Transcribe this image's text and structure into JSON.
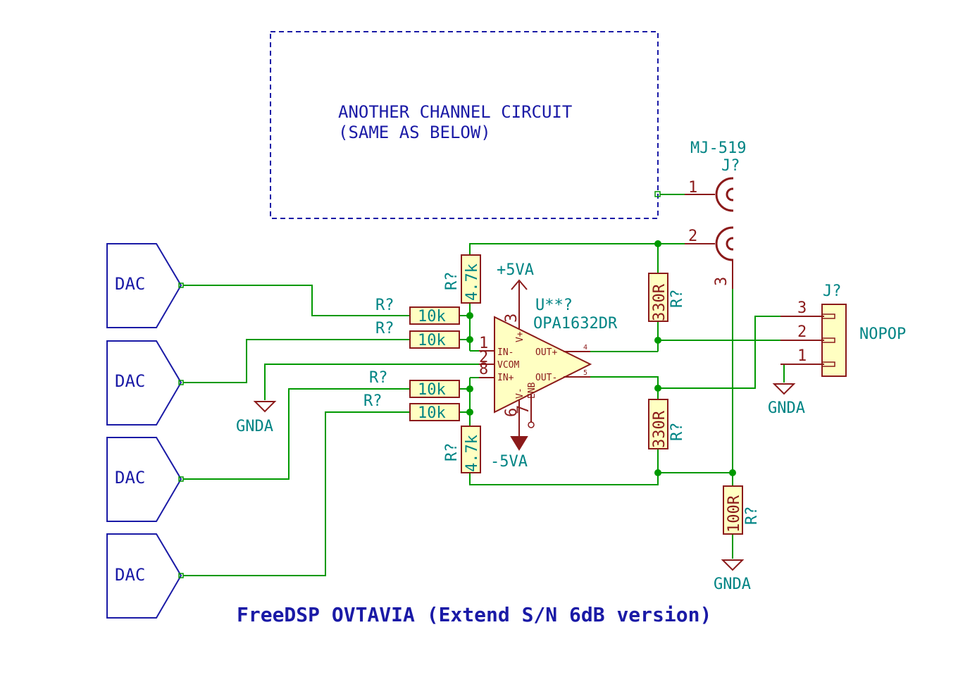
{
  "title": "FreeDSP OVTAVIA (Extend S/N 6dB version)",
  "note_box": {
    "line1": "ANOTHER CHANNEL CIRCUIT",
    "line2": "(SAME AS BELOW)"
  },
  "dac_label": "DAC",
  "jack": {
    "part": "MJ-519",
    "ref": "J?",
    "pin1": "1",
    "pin2": "2",
    "pin3": "3"
  },
  "nopop_conn": {
    "ref": "J?",
    "value": "NOPOP",
    "pin1": "1",
    "pin2": "2",
    "pin3": "3"
  },
  "opamp": {
    "ref": "U**?",
    "value": "OPA1632DR",
    "pin_in_minus": "IN-",
    "pin_vcom": "VCOM",
    "pin_in_plus": "IN+",
    "pin_vplus": "V+",
    "pin_vminus": "V-",
    "pin_enb": "ENB",
    "pin_out_plus": "OUT+",
    "pin_out_minus": "OUT-",
    "num1": "1",
    "num2": "2",
    "num8": "8",
    "num3": "3",
    "num6": "6",
    "num7": "7",
    "num4": "4",
    "num5": "5"
  },
  "power": {
    "vplus": "+5VA",
    "vminus": "-5VA",
    "gnd": "GNDA"
  },
  "resistor_ref": "R?",
  "resistors": {
    "input": "10k",
    "feedback": "4.7k",
    "output": "330R",
    "ground": "100R"
  },
  "colors": {
    "wire": "#009900",
    "symbol": "#8b1a1a",
    "label": "#008484",
    "note": "#1a1aa6",
    "fill": "#ffffc2"
  }
}
